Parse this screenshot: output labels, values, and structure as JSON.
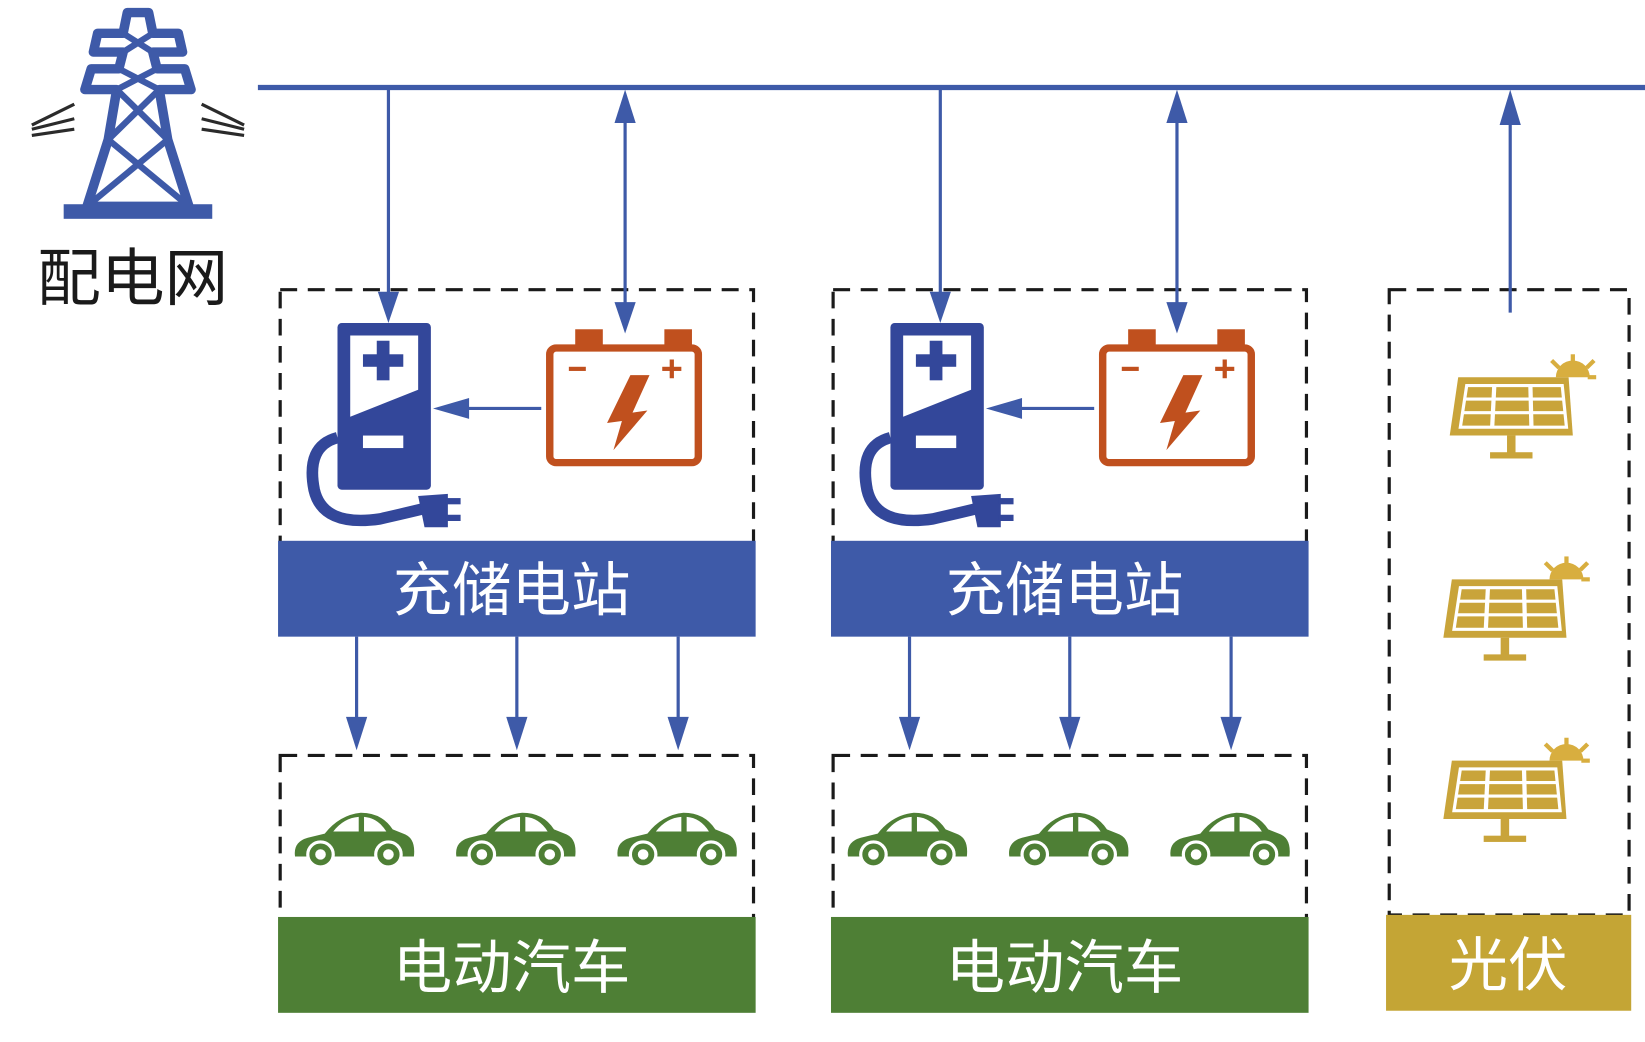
{
  "colors": {
    "line_blue": "#3E5AA8",
    "station_blue": "#3E5AA8",
    "battery_orange": "#C0501E",
    "ev_green": "#4E7F35",
    "pv_gold": "#C4A535",
    "dash_black": "#1a1a1a"
  },
  "grid": {
    "label": "配电网",
    "icon": "power-tower-icon"
  },
  "stations": [
    {
      "label": "充储电站",
      "charger_icon": "ev-charger-icon",
      "battery_icon": "battery-icon",
      "ev_label": "电动汽车",
      "car_icon": "car-icon",
      "car_count": 3
    },
    {
      "label": "充储电站",
      "charger_icon": "ev-charger-icon",
      "battery_icon": "battery-icon",
      "ev_label": "电动汽车",
      "car_icon": "car-icon",
      "car_count": 3
    }
  ],
  "pv": {
    "label": "光伏",
    "panel_icon": "solar-panel-icon",
    "panel_count": 3
  },
  "flows": [
    {
      "from": "配电网",
      "to": "充电桩",
      "direction": "one-way"
    },
    {
      "from": "配电网",
      "to": "储能",
      "direction": "two-way"
    },
    {
      "from": "储能",
      "to": "充电桩",
      "direction": "one-way"
    },
    {
      "from": "充储电站",
      "to": "电动汽车",
      "direction": "one-way"
    },
    {
      "from": "光伏",
      "to": "配电网",
      "direction": "one-way"
    }
  ]
}
